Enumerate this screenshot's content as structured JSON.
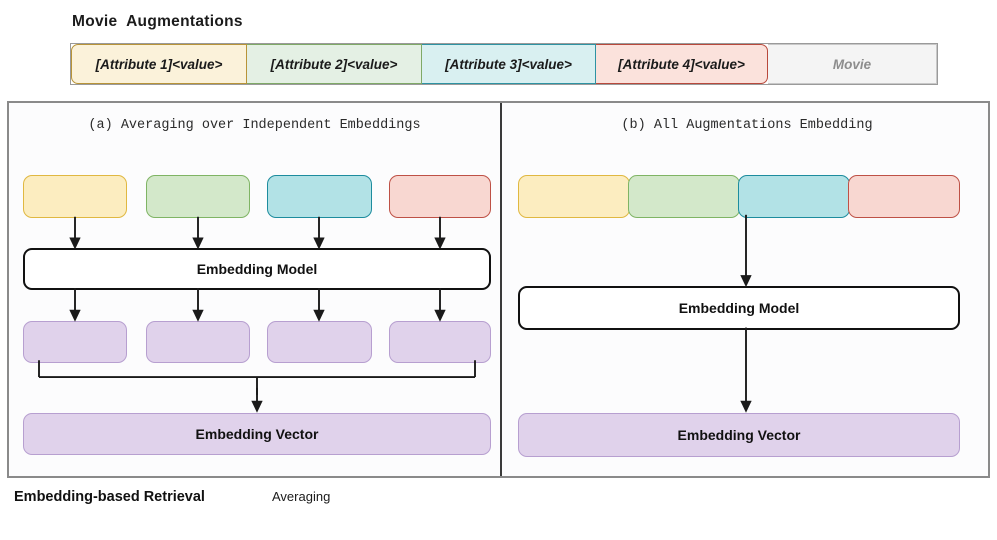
{
  "header": {
    "title": "Movie  Augmentations"
  },
  "augmentation_strip": {
    "segments": [
      {
        "label": "[Attribute 1]<value>",
        "color": "#FBF2DA",
        "border": "#B89438"
      },
      {
        "label": "[Attribute 2]<value>",
        "color": "#E4F0E4",
        "border": "#7FA967"
      },
      {
        "label": "[Attribute 3]<value>",
        "color": "#D9F0F1",
        "border": "#2E93A3"
      },
      {
        "label": "[Attribute 4]<value>",
        "color": "#FBE2DC",
        "border": "#B8493C"
      },
      {
        "label": "Movie",
        "color": "#F4F4F4",
        "border": "#C8C8C8"
      }
    ]
  },
  "panel_a": {
    "caption": "(a) Averaging over Independent Embeddings",
    "inputs": [
      {
        "name": "attribute-1-box",
        "color": "#FCEDC0",
        "border": "#E0B841"
      },
      {
        "name": "attribute-2-box",
        "color": "#D3E8CA",
        "border": "#7FB464"
      },
      {
        "name": "attribute-3-box",
        "color": "#B2E2E6",
        "border": "#1D8C9E"
      },
      {
        "name": "attribute-4-box",
        "color": "#F8D7D1",
        "border": "#BE5146"
      }
    ],
    "model_label": "Embedding Model",
    "embeddings": [
      {
        "name": "embedding-1"
      },
      {
        "name": "embedding-2"
      },
      {
        "name": "embedding-3"
      },
      {
        "name": "embedding-4"
      }
    ],
    "merge_label": "Averaging",
    "vector_label": "Embedding Vector"
  },
  "panel_b": {
    "caption": "(b) All Augmentations Embedding",
    "inputs": [
      {
        "name": "attribute-1-box",
        "color": "#FCEDC0",
        "border": "#E0B841"
      },
      {
        "name": "attribute-2-box",
        "color": "#D3E8CA",
        "border": "#7FB464"
      },
      {
        "name": "attribute-3-box",
        "color": "#B2E2E6",
        "border": "#1D8C9E"
      },
      {
        "name": "attribute-4-box",
        "color": "#F8D7D1",
        "border": "#BE5146"
      }
    ],
    "model_label": "Embedding Model",
    "vector_label": "Embedding Vector"
  },
  "footer": {
    "title": "Embedding-based Retrieval"
  },
  "colors": {
    "purple_fill": "#E0D2EB",
    "purple_border": "#B79FD0",
    "panel_background": "#FCFCFD",
    "panel_border": "#8A8A8A",
    "arrow": "#1A1A1A"
  }
}
